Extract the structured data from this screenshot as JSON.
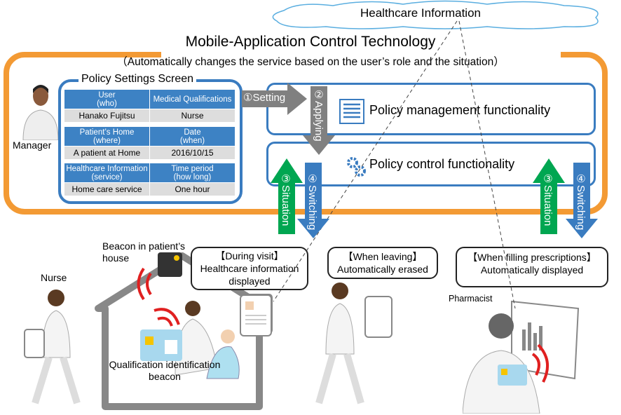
{
  "cloud": {
    "label": "Healthcare Information"
  },
  "title": "Mobile-Application Control Technology",
  "subtitle": "（Automatically changes the service based on the user’s role and the situation）",
  "manager": {
    "label": "Manager"
  },
  "policy_screen": {
    "title": "Policy Settings Screen",
    "rows": [
      {
        "h1": "User",
        "h1b": "(who)",
        "v1": "Hanako Fujitsu",
        "h2": "Medical Qualifications",
        "h2b": "",
        "v2": "Nurse"
      },
      {
        "h1": "Patient’s Home",
        "h1b": "(where)",
        "v1": "A patient at Home",
        "h2": "Date",
        "h2b": "(when)",
        "v2": "2016/10/15"
      },
      {
        "h1": "Healthcare Information",
        "h1b": "(service)",
        "v1": "Home care service",
        "h2": "Time period",
        "h2b": "(how long)",
        "v2": "One hour"
      }
    ]
  },
  "arrows": {
    "setting": "①Setting",
    "applying": "②Applying",
    "situation": "③Situation",
    "switching": "④Switching"
  },
  "functions": {
    "management": "Policy management functionality",
    "control": "Policy control functionality"
  },
  "colors": {
    "orange": "#f39a34",
    "blue": "#3a7cc0",
    "green": "#00a651",
    "gray": "#808080"
  },
  "scenes": {
    "beacon_house": "Beacon in patient’s house",
    "nurse": "Nurse",
    "qual_beacon": "Qualification identification beacon",
    "pharmacist": "Pharmacist",
    "during_visit": {
      "title": "【During visit】",
      "text": "Healthcare information displayed"
    },
    "leaving": {
      "title": "【When leaving】",
      "text": "Automatically erased"
    },
    "prescriptions": {
      "title": "【When filling prescriptions】",
      "text": "Automatically displayed"
    }
  }
}
